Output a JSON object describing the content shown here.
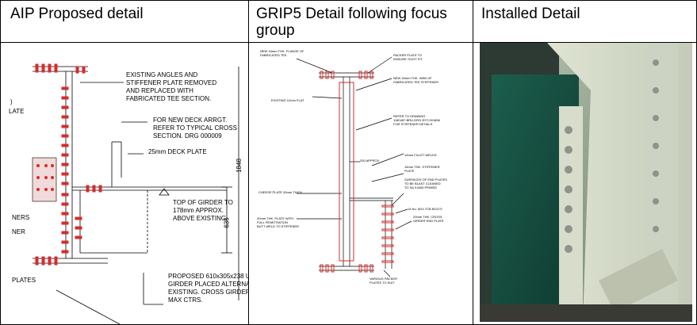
{
  "headers": {
    "col1": "AIP Proposed detail",
    "col2": "GRIP5 Detail following focus group",
    "col3": "Installed Detail"
  },
  "aip": {
    "note_angles": "EXISTING ANGLES AND\nSTIFFENER PLATE REMOVED\nAND REPLACED WITH\nFABRICATED TEE SECTION.",
    "note_deck": "FOR NEW DECK ARRGT.\nREFER TO TYPICAL CROSS\nSECTION. DRG 000009",
    "note_plate": "25mm DECK PLATE",
    "note_top": "TOP OF GIRDER TO\n178mm APPROX.\nABOVE EXISTING",
    "note_girder": "PROPOSED 610x305x238 U\nGIRDER PLACED ALTERNA\nEXISTING. CROSS GIRDER\nMAX CTRS.",
    "dim_1848": "1848",
    "dim_635": "635",
    "frag_late": "LATE",
    "frag_d": ")",
    "frag_ners": "NERS",
    "frag_ner": "NER",
    "frag_plates": "PLATES"
  },
  "grip5": {
    "n1": "NEW 15mm THK. FLANGE OF\nFABRICATED TEE",
    "n2": "PACKER PLATE TO\nENSURE TIGHT FIT",
    "n3": "NEW 20mm THK. WEB OF\nFABRICATED TEE STIFFENER",
    "n4": "EXISTING 12mm FLAT",
    "n5": "REFER TO DRAWING\n1180467-BRU-DRG-EST-001856\nFOR STIFFENER DETAILS",
    "n6": "200 APPROX",
    "n7": "10mm FILLET WELDS",
    "n8": "15mm THK. STIFFENER\nPLATE",
    "n9": "SURFACES OF END PLATES\nTO BE BLAST CLEANED\nTO SA 3 AND PRIMED",
    "n10": "CHEESE PLATE 30mm THICK",
    "n11": "14 No. M24 TCB BOLTS",
    "n12": "20mm THK. PLATE WITH\nFULL PENETRATION\nBUTT WELD TO STIFFENER",
    "n13": "20mm THK. CROSS\nGIRDER END PLATE",
    "n14": "VARIOUS PACKER\nPLATES TO SUIT"
  }
}
